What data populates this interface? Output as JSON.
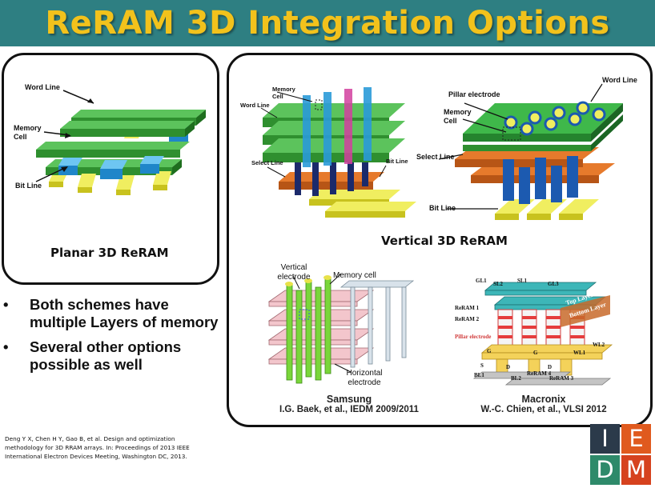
{
  "title": "ReRAM 3D Integration Options",
  "planar": {
    "caption": "Planar 3D ReRAM",
    "word_line": "Word Line",
    "memory_cell": "Memory Cell",
    "bit_line": "Bit Line"
  },
  "vertical": {
    "caption": "Vertical 3D ReRAM",
    "left_fig": {
      "memory_cell": "Memory Cell",
      "word_line": "Word Line",
      "select_line": "Select Line",
      "bit_line": "Bit Line"
    },
    "right_fig": {
      "pillar_electrode": "Pillar electrode",
      "word_line": "Word Line",
      "memory_cell": "Memory Cell",
      "select_line": "Select Line",
      "bit_line": "Bit Line"
    },
    "samsung": {
      "vertical_electrode": "Vertical electrode",
      "memory_cell": "Memory cell",
      "horizontal_electrode": "Horizontal electrode",
      "company": "Samsung",
      "citation": "I.G. Baek, et al., IEDM 2009/2011"
    },
    "macronix": {
      "labels": [
        "GL1",
        "SL2",
        "SL1",
        "GL3",
        "ReRAM 1",
        "ReRAM 2",
        "Top Layer",
        "Bottom Layer",
        "Pillar electrode",
        "WL2",
        "WL1",
        "G",
        "G",
        "S",
        "D",
        "BL1",
        "BL2",
        "ReRAM 4",
        "ReRAM 3",
        "D"
      ],
      "company": "Macronix",
      "citation": "W.-C. Chien, et al., VLSI 2012"
    }
  },
  "bullets": [
    {
      "marker": "•",
      "text": "Both schemes have multiple Layers of memory"
    },
    {
      "marker": "•",
      "text": "Several other options possible as well"
    }
  ],
  "reference": "Deng Y X, Chen H Y, Gao B, et al. Design and optimization methodology for 3D RRAM arrays. In: Proceedings of 2013 IEEE International Electron Devices Meeting, Washington DC, 2013.",
  "logo": {
    "letters": [
      "I",
      "E",
      "D",
      "M"
    ],
    "colors": [
      "#2b3a4a",
      "#e05a1e",
      "#2e8a6a",
      "#d6421e"
    ]
  },
  "colors": {
    "title_bar": "#2e7f82",
    "title_text": "#f2c21c",
    "word_line": "#3fa83f",
    "bit_line": "#e6e23a",
    "memory_cell": "#2a9ad8",
    "select_line": "#d9691f"
  }
}
